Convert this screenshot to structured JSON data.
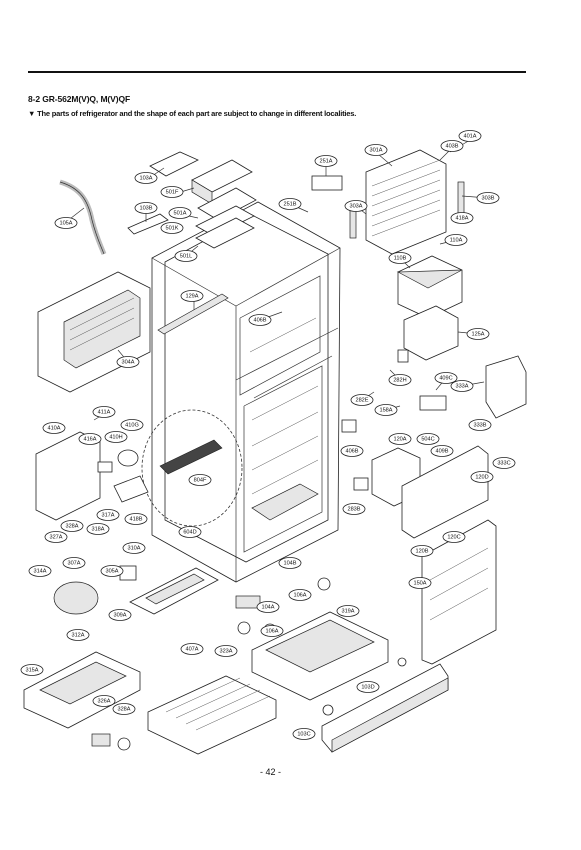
{
  "header": {
    "title": "8-2 GR-562M(V)Q, M(V)QF",
    "note": "▼ The parts of refrigerator and the shape of each part are subject to change in different localities."
  },
  "footer": {
    "page_number": "- 42 -"
  },
  "labels": [
    {
      "id": "401A"
    },
    {
      "id": "403B"
    },
    {
      "id": "301A"
    },
    {
      "id": "251A"
    },
    {
      "id": "103A"
    },
    {
      "id": "501F"
    },
    {
      "id": "251B"
    },
    {
      "id": "303A"
    },
    {
      "id": "303B"
    },
    {
      "id": "103B"
    },
    {
      "id": "501A"
    },
    {
      "id": "418A"
    },
    {
      "id": "105A"
    },
    {
      "id": "501K"
    },
    {
      "id": "110A"
    },
    {
      "id": "501L"
    },
    {
      "id": "110B"
    },
    {
      "id": "129A"
    },
    {
      "id": "406B"
    },
    {
      "id": "125A"
    },
    {
      "id": "304A"
    },
    {
      "id": "282H"
    },
    {
      "id": "409C"
    },
    {
      "id": "333A"
    },
    {
      "id": "282E"
    },
    {
      "id": "158A"
    },
    {
      "id": "411A"
    },
    {
      "id": "410G"
    },
    {
      "id": "410A"
    },
    {
      "id": "416A"
    },
    {
      "id": "410H"
    },
    {
      "id": "120A"
    },
    {
      "id": "504C"
    },
    {
      "id": "333B"
    },
    {
      "id": "406B"
    },
    {
      "id": "409B"
    },
    {
      "id": "333C"
    },
    {
      "id": "804F"
    },
    {
      "id": "120D"
    },
    {
      "id": "283B"
    },
    {
      "id": "317A"
    },
    {
      "id": "418B"
    },
    {
      "id": "328A"
    },
    {
      "id": "318A"
    },
    {
      "id": "604D"
    },
    {
      "id": "327A"
    },
    {
      "id": "120C"
    },
    {
      "id": "310A"
    },
    {
      "id": "120B"
    },
    {
      "id": "307A"
    },
    {
      "id": "104B"
    },
    {
      "id": "314A"
    },
    {
      "id": "305A"
    },
    {
      "id": "150A"
    },
    {
      "id": "106A"
    },
    {
      "id": "309A"
    },
    {
      "id": "104A"
    },
    {
      "id": "319A"
    },
    {
      "id": "106A"
    },
    {
      "id": "312A"
    },
    {
      "id": "407A"
    },
    {
      "id": "323A"
    },
    {
      "id": "315A"
    },
    {
      "id": "103D"
    },
    {
      "id": "326A"
    },
    {
      "id": "328A"
    },
    {
      "id": "103C"
    }
  ]
}
